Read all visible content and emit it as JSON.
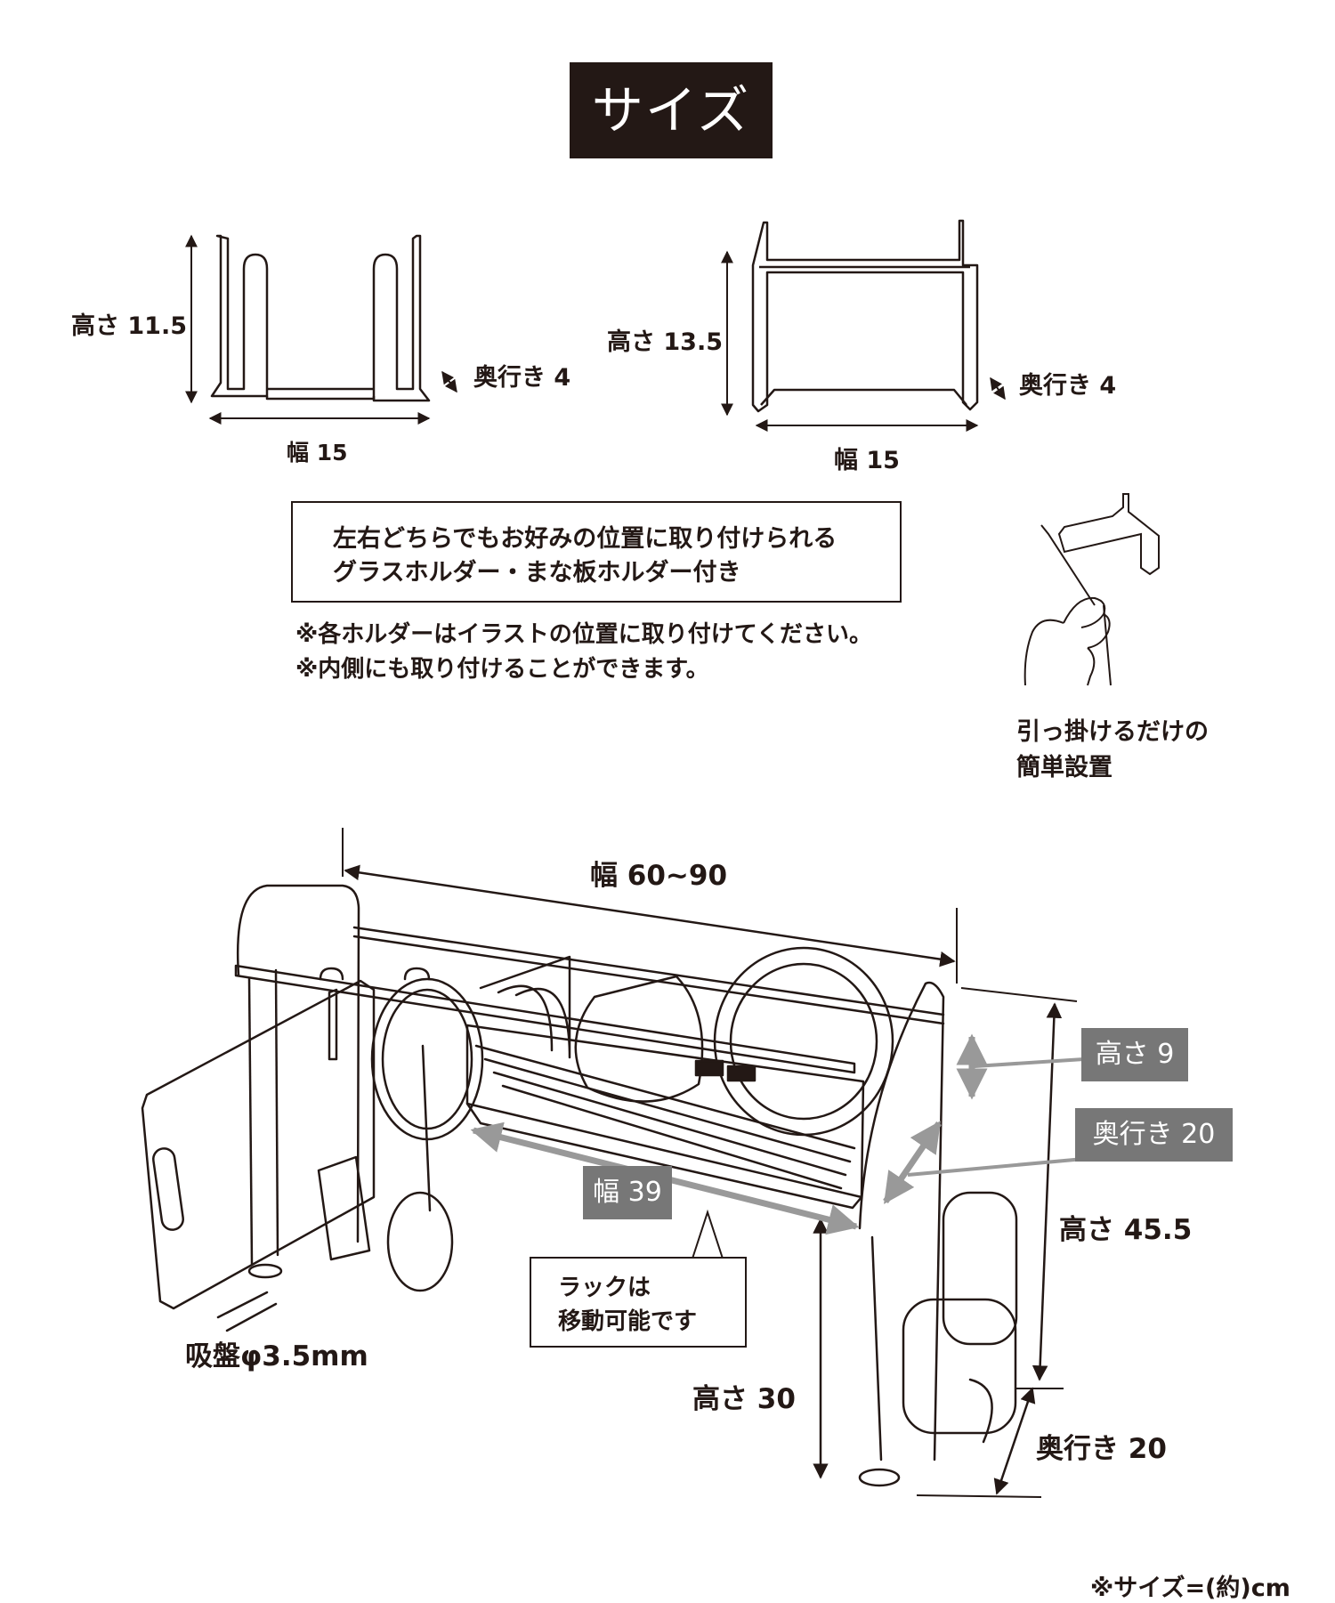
{
  "title": "サイズ",
  "glass_holder": {
    "height_label": "高さ 11.5",
    "depth_label": "奥行き 4",
    "width_label": "幅 15"
  },
  "board_holder": {
    "height_label": "高さ 13.5",
    "depth_label": "奥行き 4",
    "width_label": "幅 15"
  },
  "feature_box": {
    "line1": "左右どちらでもお好みの位置に取り付けられる",
    "line2": "グラスホルダー・まな板ホルダー付き"
  },
  "notes": [
    "※各ホルダーはイラストの位置に取り付けてください。",
    "※内側にも取り付けることができます。"
  ],
  "install": {
    "line1": "引っ掛けるだけの",
    "line2": "簡単設置"
  },
  "rack": {
    "width_label": "幅 60~90",
    "shelf_height_label": "高さ 9",
    "shelf_depth_label": "奥行き 20",
    "shelf_width_label": "幅 39",
    "total_height_label": "高さ 45.5",
    "leg_height_label": "高さ 30",
    "base_depth_label": "奥行き 20",
    "suction_label": "吸盤φ3.5mm",
    "movable_line1": "ラックは",
    "movable_line2": "移動可能です"
  },
  "footer_note": "※サイズ=(約)cm",
  "colors": {
    "ink": "#231815",
    "tag_grey": "#777777",
    "arrow_grey": "#999999"
  }
}
